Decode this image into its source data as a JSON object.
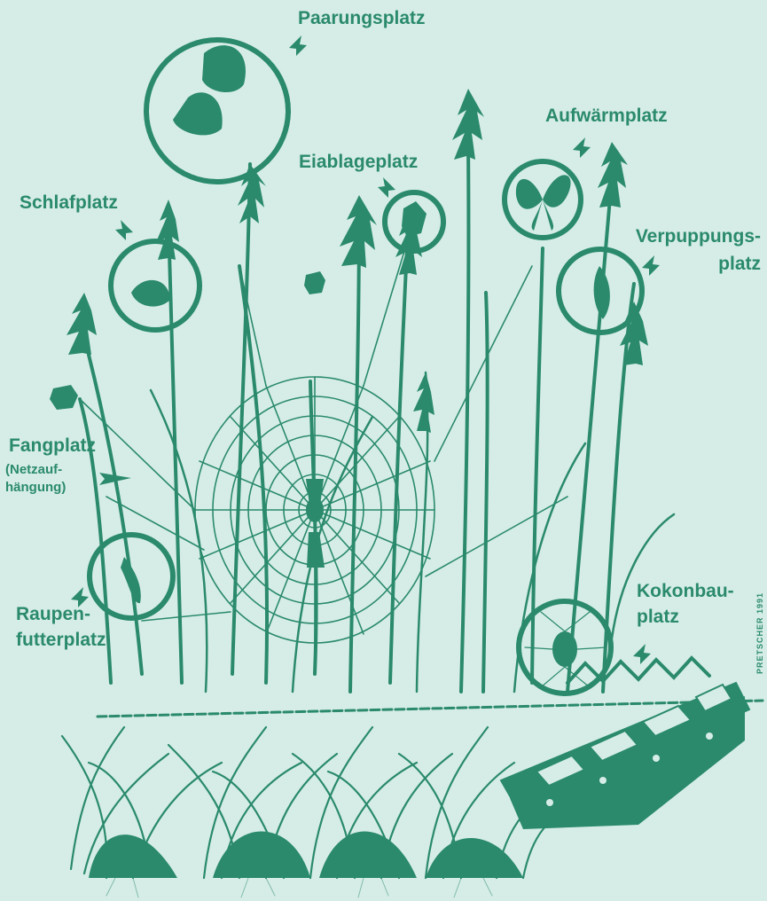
{
  "colors": {
    "background": "#d6ede7",
    "ink": "#2a8a6b"
  },
  "labels": {
    "paarungsplatz": "Paarungsplatz",
    "aufwaermplatz": "Aufwärmplatz",
    "eiablageplatz": "Eiablageplatz",
    "schlafplatz": "Schlafplatz",
    "verpuppungsplatz_1": "Verpuppungs-",
    "verpuppungsplatz_2": "platz",
    "fangplatz": "Fangplatz",
    "netzaufhaengung_1": "(Netzauf-",
    "netzaufhaengung_2": "hängung)",
    "raupenfutterplatz_1": "Raupen-",
    "raupenfutterplatz_2": "futterplatz",
    "kokonbauplatz_1": "Kokonbau-",
    "kokonbauplatz_2": "platz"
  },
  "credit": "PRETSCHER 1991",
  "icons": [
    "butterfly-pair-icon",
    "butterfly-icon",
    "resting-butterfly-icon",
    "chrysalis-icon",
    "caterpillar-icon",
    "cocoon-icon",
    "spider-web-icon",
    "mower-blade-icon"
  ]
}
